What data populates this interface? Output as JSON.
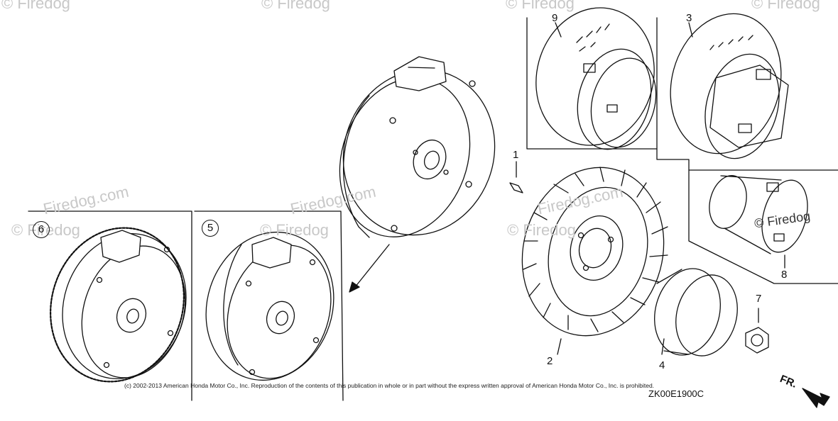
{
  "diagram": {
    "callouts": {
      "p1": "1",
      "p2": "2",
      "p3": "3",
      "p4": "4",
      "p7": "7",
      "p8": "8",
      "p9": "9"
    },
    "circled": {
      "p5": "5",
      "p6": "6"
    },
    "copyright": "(c) 2002-2013 American Honda Motor Co., Inc. Reproduction of the contents of this publication in whole or in part without the express written approval of American Honda Motor Co., Inc. is prohibited.",
    "diagram_code": "ZK00E1900C",
    "front_label": "FR.",
    "watermark": "© Firedog",
    "watermark_site": "Firedog.com"
  }
}
